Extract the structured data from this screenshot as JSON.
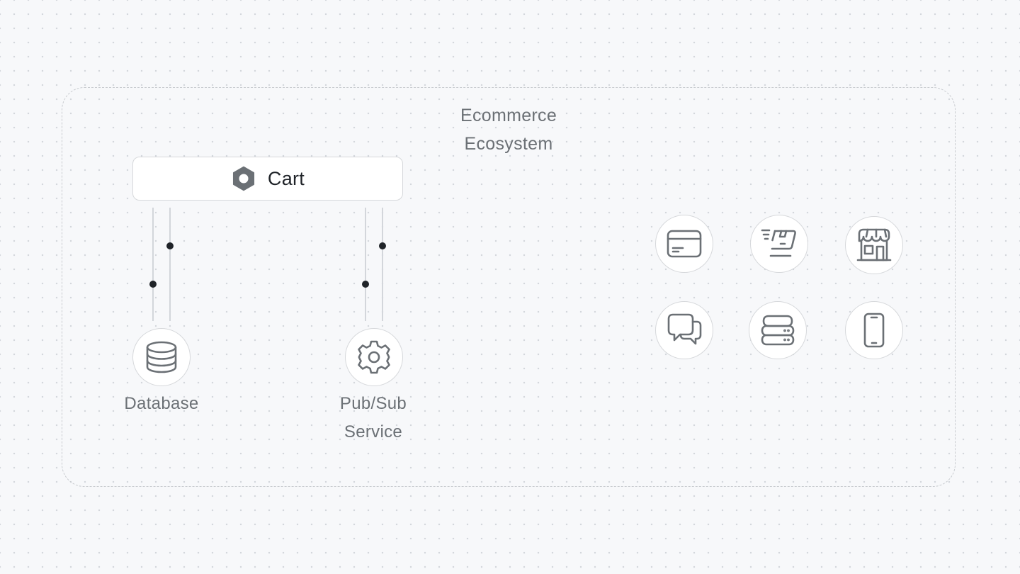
{
  "container": {
    "title_lines": [
      "Ecommerce",
      "Ecosystem"
    ]
  },
  "cart": {
    "label": "Cart",
    "icon": "hexagon-icon"
  },
  "services": [
    {
      "label_lines": [
        "Database"
      ],
      "icon": "database-icon"
    },
    {
      "label_lines": [
        "Pub/Sub",
        "Service"
      ],
      "icon": "gear-icon"
    }
  ],
  "grid_icons": [
    "credit-card-icon",
    "delivery-box-icon",
    "storefront-icon",
    "chat-bubbles-icon",
    "server-stack-icon",
    "smartphone-icon"
  ],
  "colors": {
    "background": "#f7f8fa",
    "border": "#d6d8db",
    "icon": "#6b7075",
    "text": "#6b7075",
    "wire_active": "#1f2328",
    "wire_idle": "#d3d6db"
  }
}
